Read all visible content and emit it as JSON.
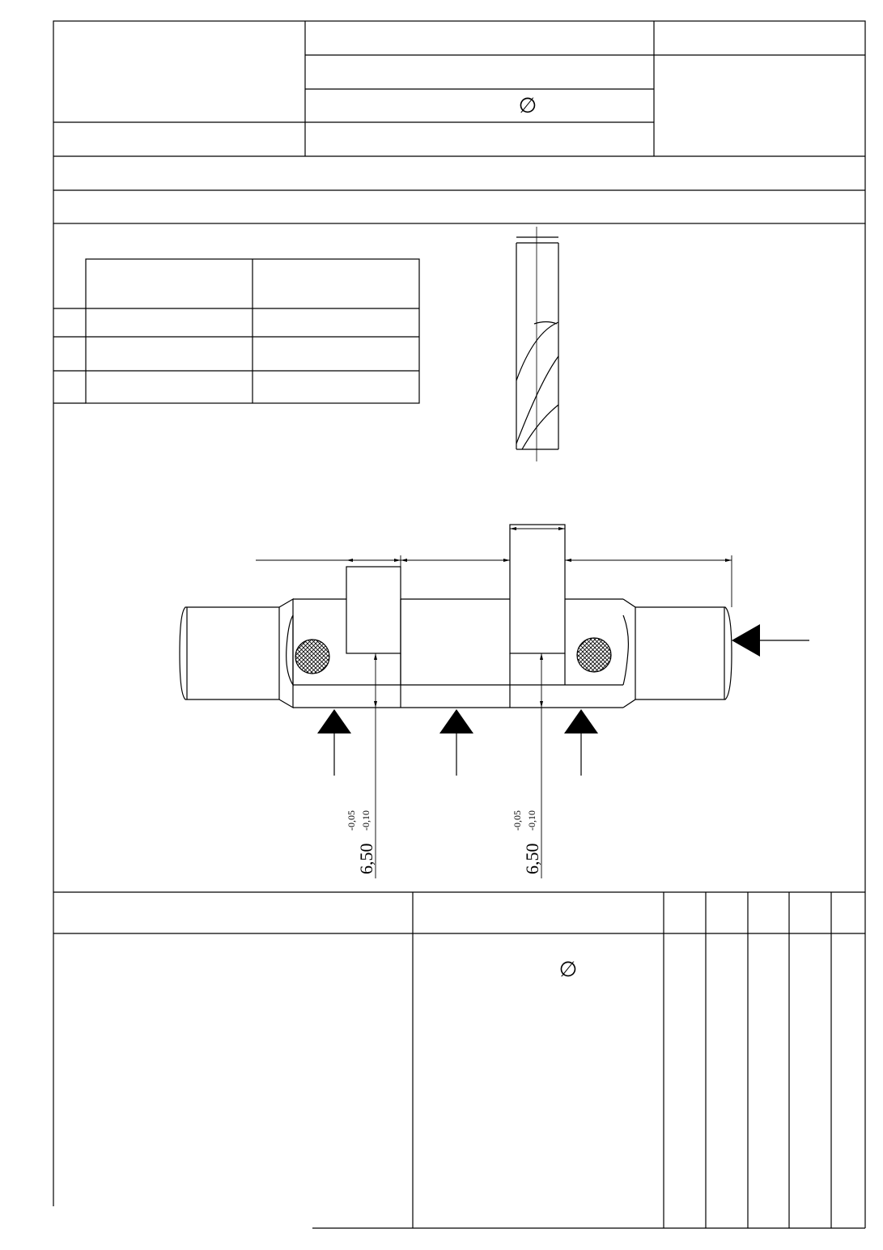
{
  "header": {
    "diameter_symbol": "∅"
  },
  "operations": {
    "diameter_symbol": "∅"
  },
  "drawing": {
    "dimension_left": {
      "nominal": "6,50",
      "upper_tolerance": "-0,05",
      "lower_tolerance": "-0,10"
    },
    "dimension_right": {
      "nominal": "6,50",
      "upper_tolerance": "-0,05",
      "lower_tolerance": "-0,10"
    }
  },
  "icons": {
    "drill": "drill-bit-icon",
    "support": "support-triangle-icon",
    "clamp": "clamp-arrow-icon"
  }
}
